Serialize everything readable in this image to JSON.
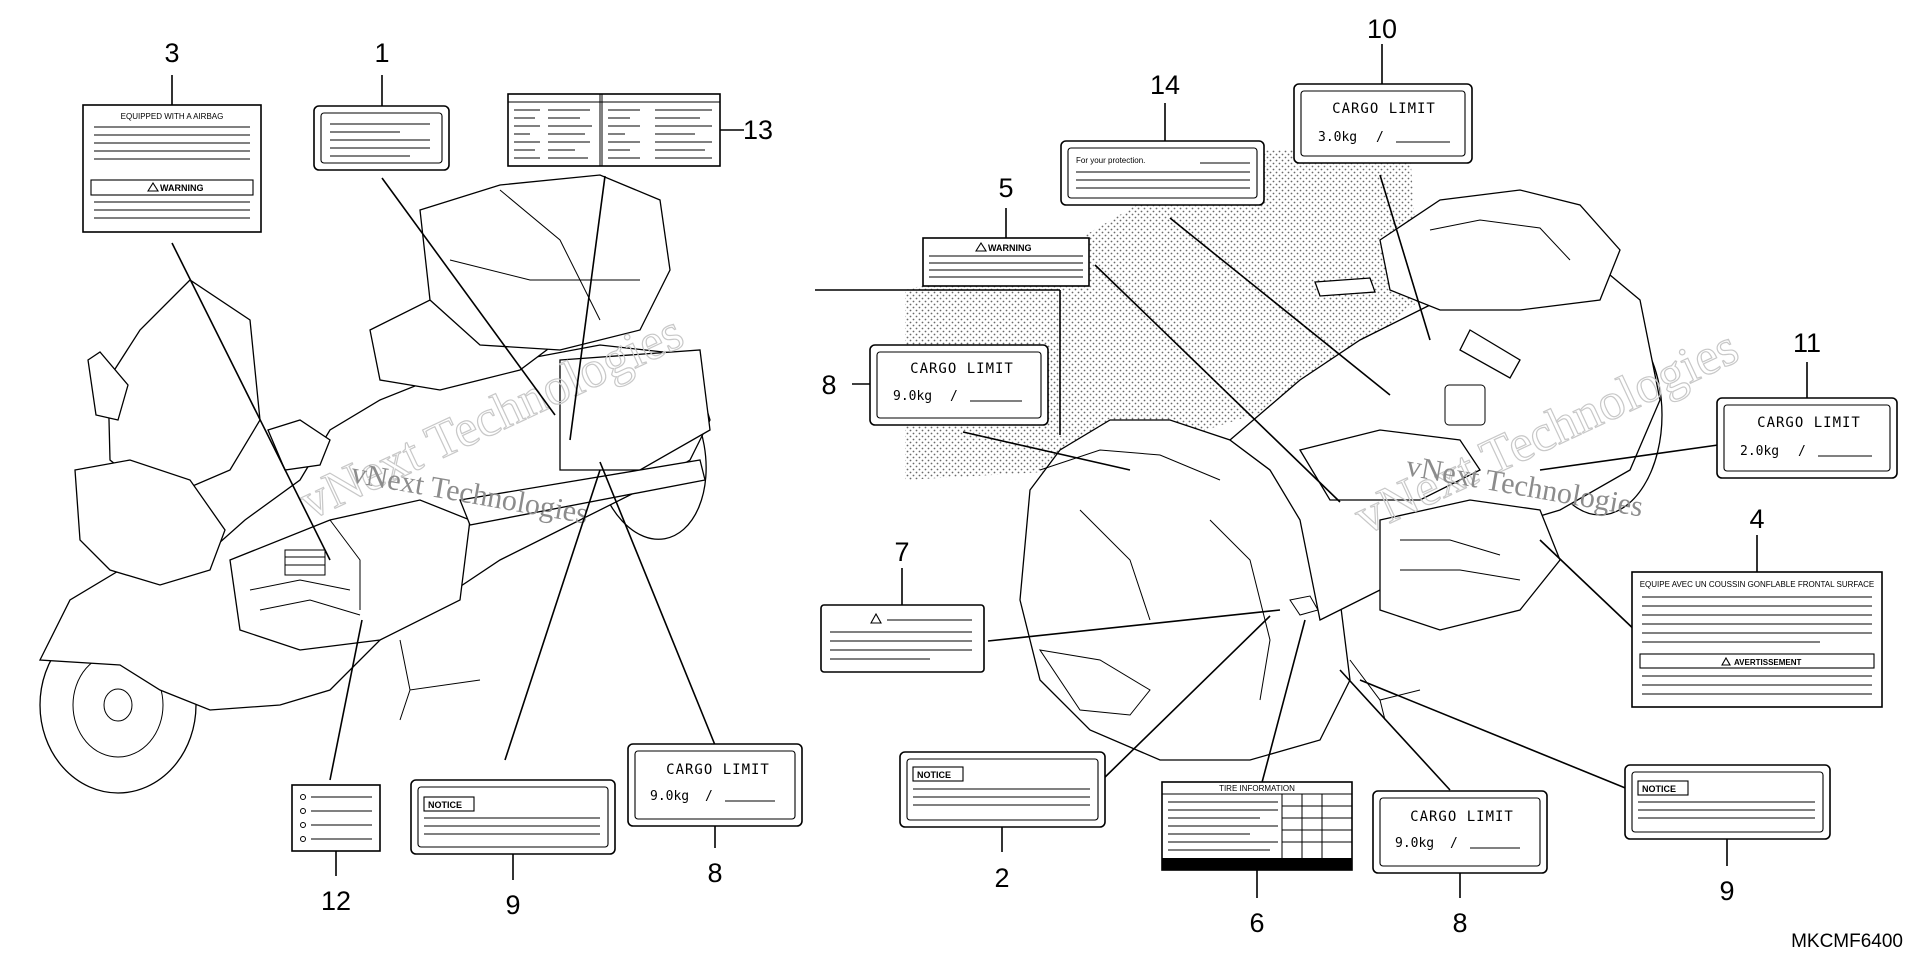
{
  "diagram": {
    "code": "MKCMF6400",
    "watermark": {
      "left_small": "vNext Technologies",
      "left_outline": "vNext Technologies",
      "right_small": "vNext Technologies",
      "right_outline": "vNext Technologies"
    },
    "callouts": {
      "c1": "1",
      "c2": "2",
      "c3": "3",
      "c4": "4",
      "c5": "5",
      "c6": "6",
      "c7": "7",
      "c8a": "8",
      "c8b": "8",
      "c8c": "8",
      "c9a": "9",
      "c9b": "9",
      "c10": "10",
      "c11": "11",
      "c12": "12",
      "c13": "13",
      "c14": "14"
    },
    "labels": {
      "airbag_title": "EQUIPPED WITH A AIRBAG",
      "warning": "WARNING",
      "notice": "NOTICE",
      "cargo_limit": "CARGO LIMIT",
      "cargo_900": "9.0kg",
      "cargo_300": "3.0kg",
      "cargo_200": "2.0kg",
      "slash": "/",
      "protection": "For your protection.",
      "tire_info": "TIRE INFORMATION",
      "avertissement": "AVERTISSEMENT",
      "french_title": "EQUIPE AVEC UN COUSSIN GONFLABLE FRONTAL SURFACE"
    }
  }
}
